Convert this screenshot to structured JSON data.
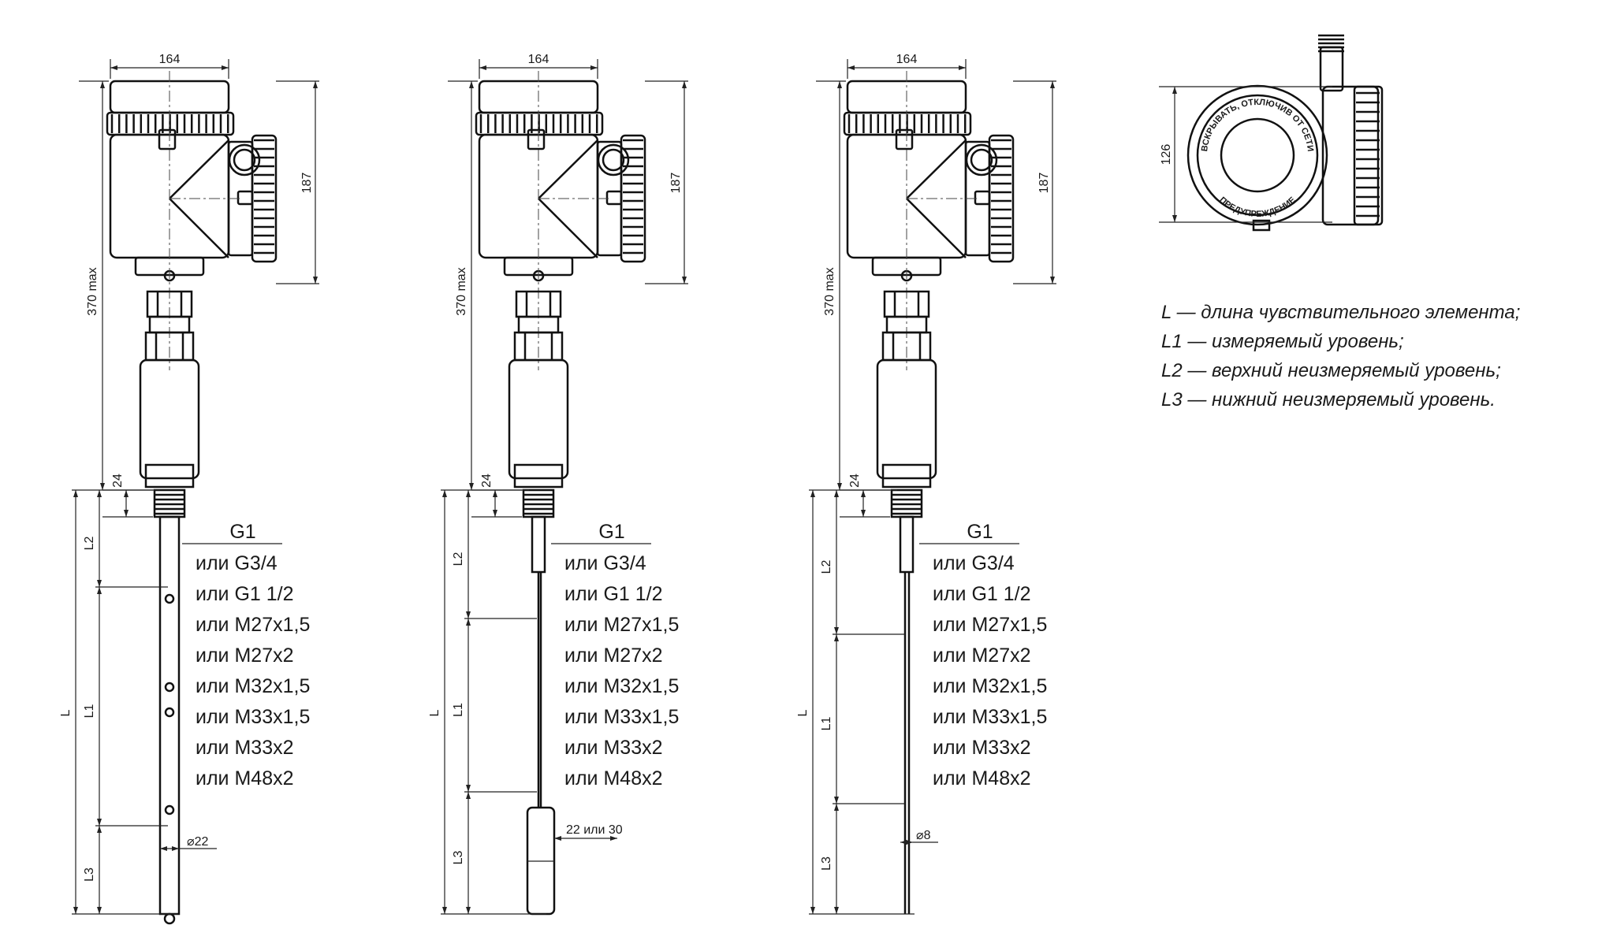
{
  "devices": [
    {
      "width_dim": "164",
      "housing_dim": "187",
      "total_dim": "370 max",
      "thread_len_dim": "24",
      "L2": "L2",
      "L1": "L1",
      "L3": "L3",
      "L": "L",
      "diam": "⌀22",
      "thread_title": "G1",
      "threads": [
        "или G3/4",
        "или G1 1/2",
        "или M27x1,5",
        "или M27x2",
        "или M32x1,5",
        "или M33x1,5",
        "или M33x2",
        "или M48x2"
      ]
    },
    {
      "width_dim": "164",
      "housing_dim": "187",
      "total_dim": "370 max",
      "thread_len_dim": "24",
      "L2": "L2",
      "L1": "L1",
      "L3": "L3",
      "L": "L",
      "diam": "22 или 30",
      "thread_title": "G1",
      "threads": [
        "или G3/4",
        "или G1 1/2",
        "или M27x1,5",
        "или M27x2",
        "или M32x1,5",
        "или M33x1,5",
        "или M33x2",
        "или M48x2"
      ]
    },
    {
      "width_dim": "164",
      "housing_dim": "187",
      "total_dim": "370 max",
      "thread_len_dim": "24",
      "L2": "L2",
      "L1": "L1",
      "L3": "L3",
      "L": "L",
      "diam": "⌀8",
      "thread_title": "G1",
      "threads": [
        "или G3/4",
        "или G1 1/2",
        "или M27x1,5",
        "или M27x2",
        "или M32x1,5",
        "или M33x1,5",
        "или M33x2",
        "или M48x2"
      ]
    }
  ],
  "top_view": {
    "height_dim": "126",
    "ring_text_top": "ВСКРЫВАТЬ, ОТКЛЮЧИВ ОТ СЕТИ",
    "ring_text_bottom": "ПРЕДУПРЕЖДЕНИЕ"
  },
  "legend": [
    "L — длина чувствительного элемента;",
    "L1 — измеряемый уровень;",
    "L2 — верхний неизмеряемый уровень;",
    "L3 — нижний неизмеряемый уровень."
  ]
}
